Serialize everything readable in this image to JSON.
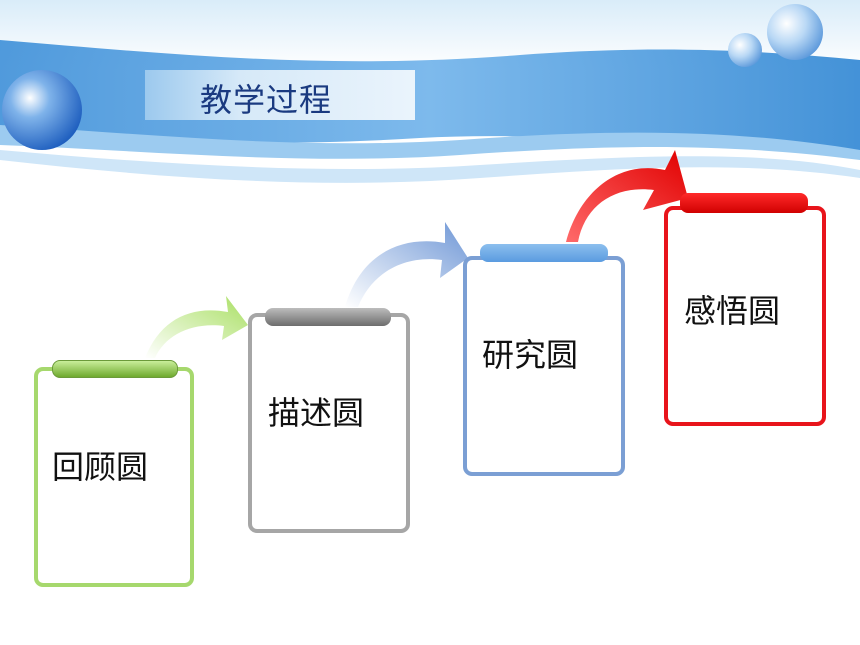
{
  "slide": {
    "title": "教学过程"
  },
  "steps": [
    {
      "label": "回顾圆",
      "color": "#a6d86d"
    },
    {
      "label": "描述圆",
      "color": "#a6a6a6"
    },
    {
      "label": "研究圆",
      "color": "#7b9fd4"
    },
    {
      "label": "感悟圆",
      "color": "#e8141b"
    }
  ]
}
